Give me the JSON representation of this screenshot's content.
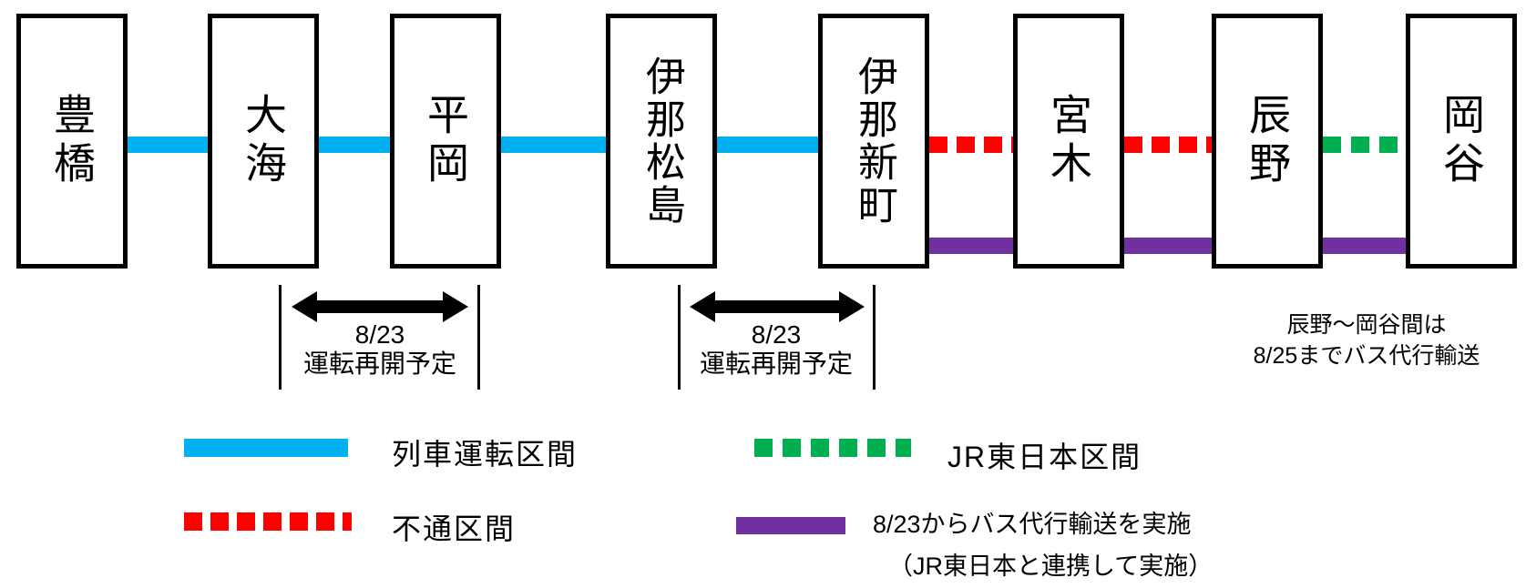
{
  "stations": [
    {
      "name": "豊橋"
    },
    {
      "name": "大海"
    },
    {
      "name": "平岡"
    },
    {
      "name": "伊那松島"
    },
    {
      "name": "伊那新町"
    },
    {
      "name": "宮木"
    },
    {
      "name": "辰野"
    },
    {
      "name": "岡谷"
    }
  ],
  "segments": [
    {
      "from": "豊橋",
      "to": "大海",
      "status": "列車運転区間",
      "style": "blue-solid"
    },
    {
      "from": "大海",
      "to": "平岡",
      "status": "列車運転区間",
      "style": "blue-solid"
    },
    {
      "from": "平岡",
      "to": "伊那松島",
      "status": "列車運転区間",
      "style": "blue-solid"
    },
    {
      "from": "伊那松島",
      "to": "伊那新町",
      "status": "列車運転区間",
      "style": "blue-solid"
    },
    {
      "from": "伊那新町",
      "to": "宮木",
      "status": "不通区間",
      "style": "red-dashed"
    },
    {
      "from": "宮木",
      "to": "辰野",
      "status": "不通区間",
      "style": "red-dashed"
    },
    {
      "from": "辰野",
      "to": "岡谷",
      "status": "JR東日本区間",
      "style": "green-dashed"
    },
    {
      "from": "伊那新町",
      "to": "岡谷",
      "status": "8/23からバス代行輸送を実施",
      "style": "purple-solid"
    }
  ],
  "annotations": {
    "resume_ohmi_hiraoka": {
      "date": "8/23",
      "label": "運転再開予定"
    },
    "resume_inamatsushima_inashinmachi": {
      "date": "8/23",
      "label": "運転再開予定"
    },
    "tatsuno_okaya_note": {
      "line1": "辰野～岡谷間は",
      "line2": "8/25までバス代行輸送"
    }
  },
  "legend": {
    "items": [
      {
        "swatch": "blue-solid",
        "label": "列車運転区間"
      },
      {
        "swatch": "red-dashed",
        "label": "不通区間"
      },
      {
        "swatch": "green-dashed",
        "label": "JR東日本区間"
      },
      {
        "swatch": "purple-solid",
        "label": "8/23からバス代行輸送を実施",
        "label2": "（JR東日本と連携して実施）"
      }
    ]
  },
  "colors": {
    "operating_blue": "#00B0F0",
    "suspended_red": "#FF0000",
    "jr_east_green": "#00B050",
    "bus_purple": "#7030A0",
    "ink_black": "#000000"
  }
}
